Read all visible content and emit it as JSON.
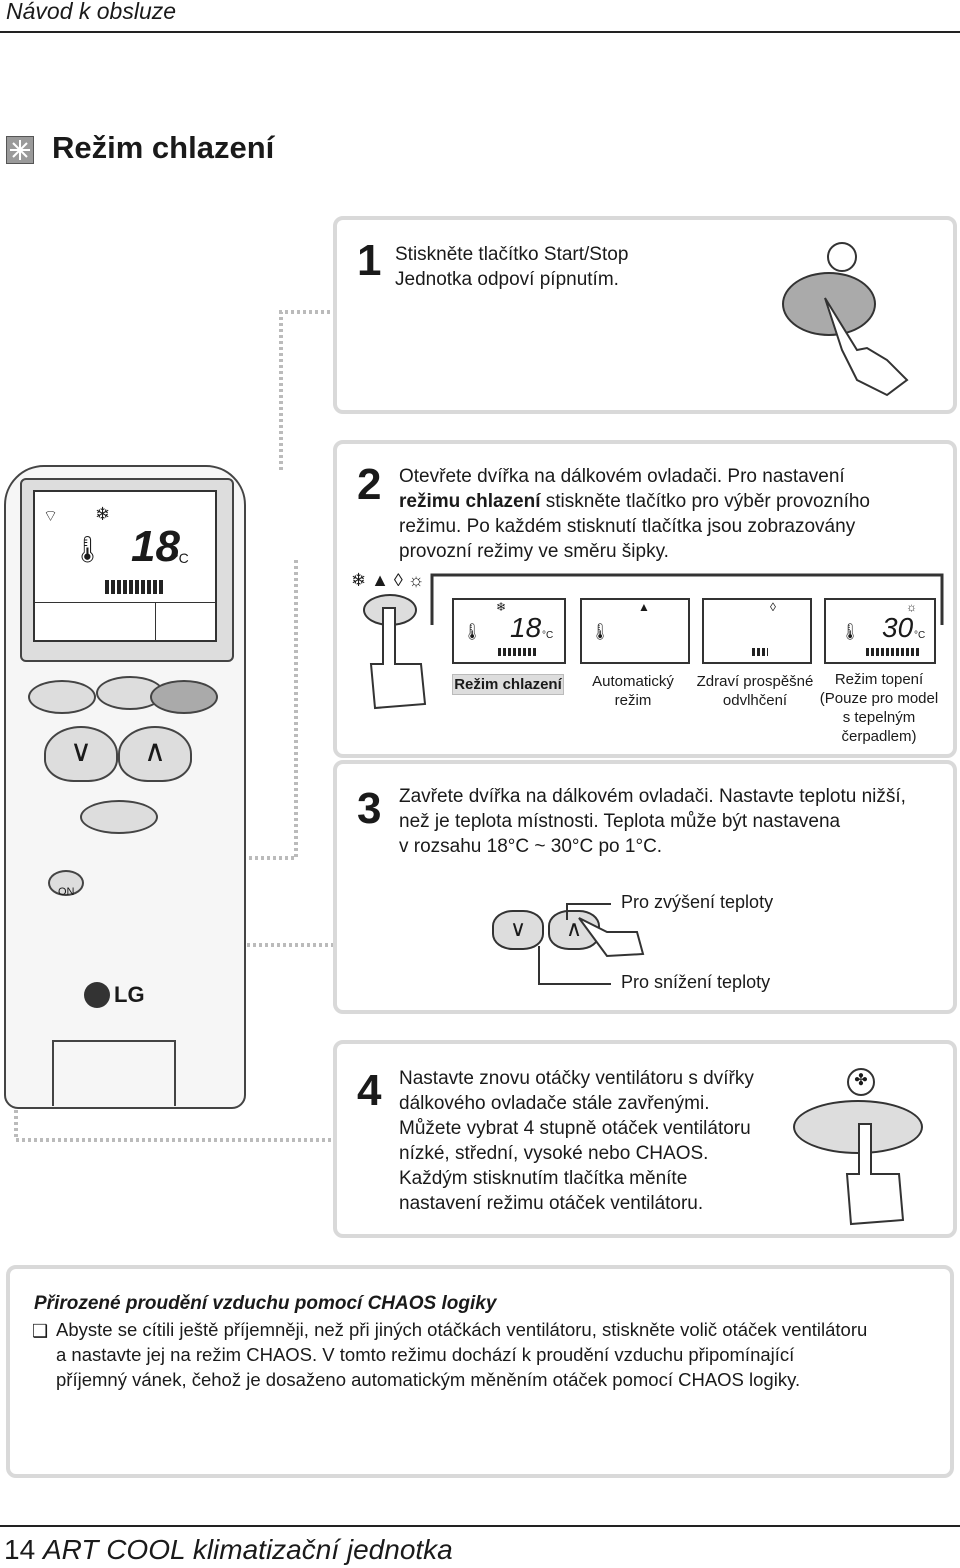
{
  "header": {
    "title": "Návod k obsluze"
  },
  "section": {
    "icon": "snowflake-icon",
    "title": "Režim chlazení"
  },
  "steps": [
    {
      "num": "1",
      "lines": [
        "Stiskněte tlačítko Start/Stop",
        "Jednotka odpoví pípnutím."
      ]
    },
    {
      "num": "2",
      "lines": [
        "Otevřete dvířka na dálkovém ovladači. Pro nastavení"
      ],
      "line2_bold": "režimu chlazení",
      "line2_rest": " stiskněte tlačítko pro výběr provozního",
      "lines_after": [
        "režimu. Po každém stisknutí tlačítka jsou zobrazovány",
        "provozní režimy ve směru šipky."
      ]
    },
    {
      "num": "3",
      "lines": [
        "Zavřete dvířka na dálkovém ovladači. Nastavte teplotu nižší,",
        "než je teplota místnosti. Teplota může být nastavena",
        "v rozsahu 18°C ~ 30°C po 1°C."
      ]
    },
    {
      "num": "4",
      "lines": [
        "Nastavte znovu otáčky ventilátoru s dvířky",
        "dálkového ovladače stále zavřenými.",
        "Můžete vybrat 4 stupně otáček ventilátoru",
        "nízké, střední, vysoké nebo CHAOS.",
        "Každým stisknutím tlačítka měníte",
        "nastavení režimu otáček ventilátoru."
      ]
    }
  ],
  "modes": [
    {
      "label": "Režim chlazení",
      "temp": "18",
      "unit": "°C"
    },
    {
      "label1": "Automatický",
      "label2": "režim"
    },
    {
      "label1": "Zdraví prospěšné",
      "label2": "odvlhčení"
    },
    {
      "label1": "Režim topení",
      "label2": "(Pouze pro model",
      "label3": "s tepelným čerpadlem)",
      "temp": "30",
      "unit": "°C"
    }
  ],
  "remote": {
    "temp": "18",
    "unit": "°C",
    "on_label": "ON",
    "brand": "LG"
  },
  "temp_buttons": {
    "up": "Pro zvýšení teploty",
    "down": "Pro snížení teploty"
  },
  "note": {
    "title": "Přirozené proudění vzduchu pomocí CHAOS logiky",
    "lines": [
      "Abyste se cítili ještě příjemněji, než při jiných otáčkách ventilátoru, stiskněte volič otáček ventilátoru",
      "a nastavte jej na režim CHAOS. V tomto režimu dochází k proudění vzduchu připomínající",
      "příjemný vánek, čehož je dosaženo automatickým měněním otáček pomocí CHAOS logiky."
    ]
  },
  "footer": {
    "page": "14",
    "title": "ART COOL klimatizační jednotka"
  }
}
